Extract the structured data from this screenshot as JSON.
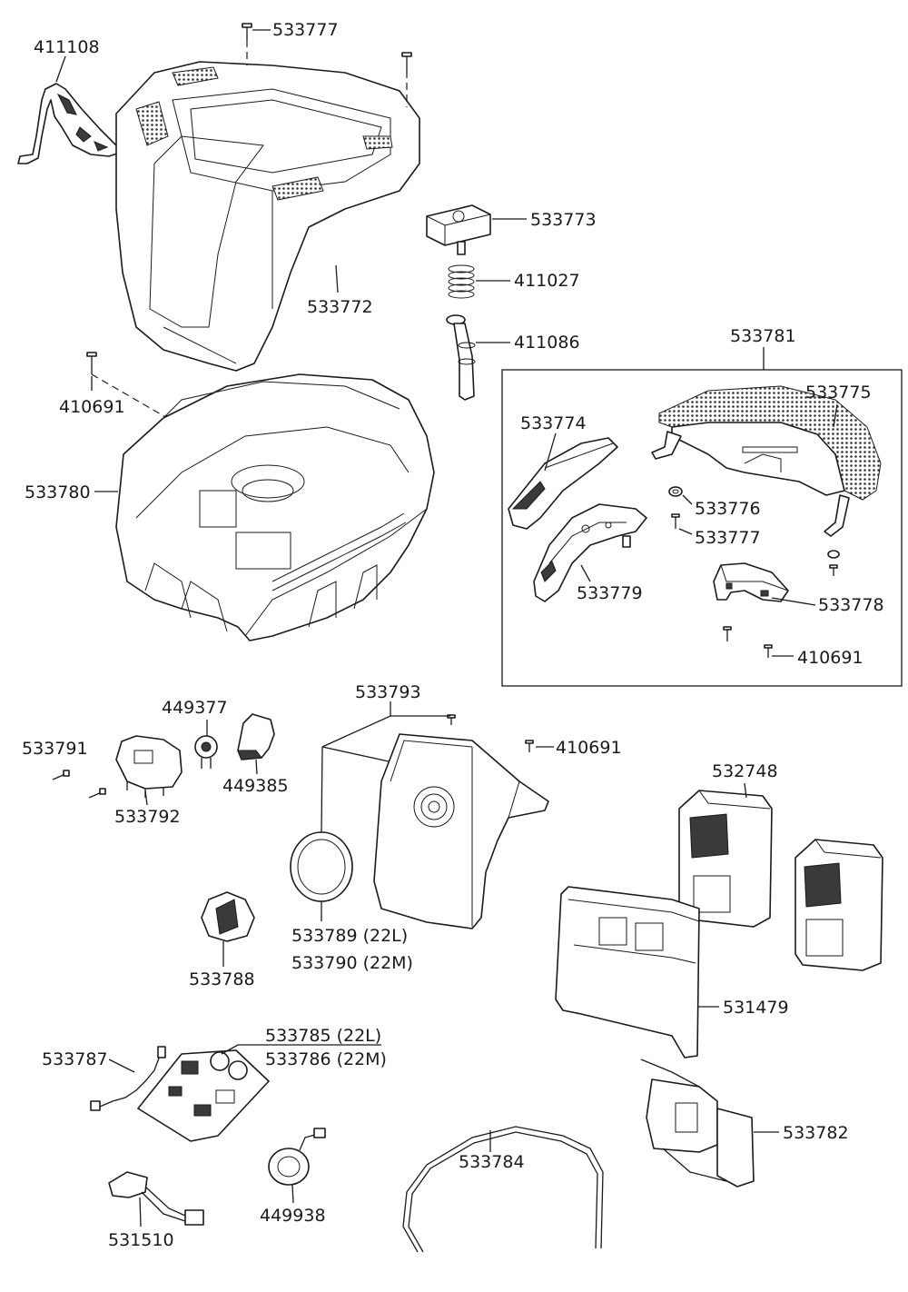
{
  "labels": {
    "p411108": "411108",
    "p533777a": "533777",
    "p533773": "533773",
    "p411027": "411027",
    "p533772": "533772",
    "p411086": "411086",
    "p533781": "533781",
    "p410691a": "410691",
    "p533775": "533775",
    "p533774": "533774",
    "p533780": "533780",
    "p533776": "533776",
    "p533777b": "533777",
    "p533779": "533779",
    "p533778": "533778",
    "p410691b": "410691",
    "p533793": "533793",
    "p449377": "449377",
    "p533791": "533791",
    "p410691c": "410691",
    "p449385": "449385",
    "p533792": "533792",
    "p532748": "532748",
    "p533789": "533789 (22L)",
    "p533790": "533790 (22M)",
    "p533788": "533788",
    "p531479": "531479",
    "p533785": "533785 (22L)",
    "p533786": "533786 (22M)",
    "p533787": "533787",
    "p533782": "533782",
    "p533784": "533784",
    "p449938": "449938",
    "p531510": "531510"
  }
}
